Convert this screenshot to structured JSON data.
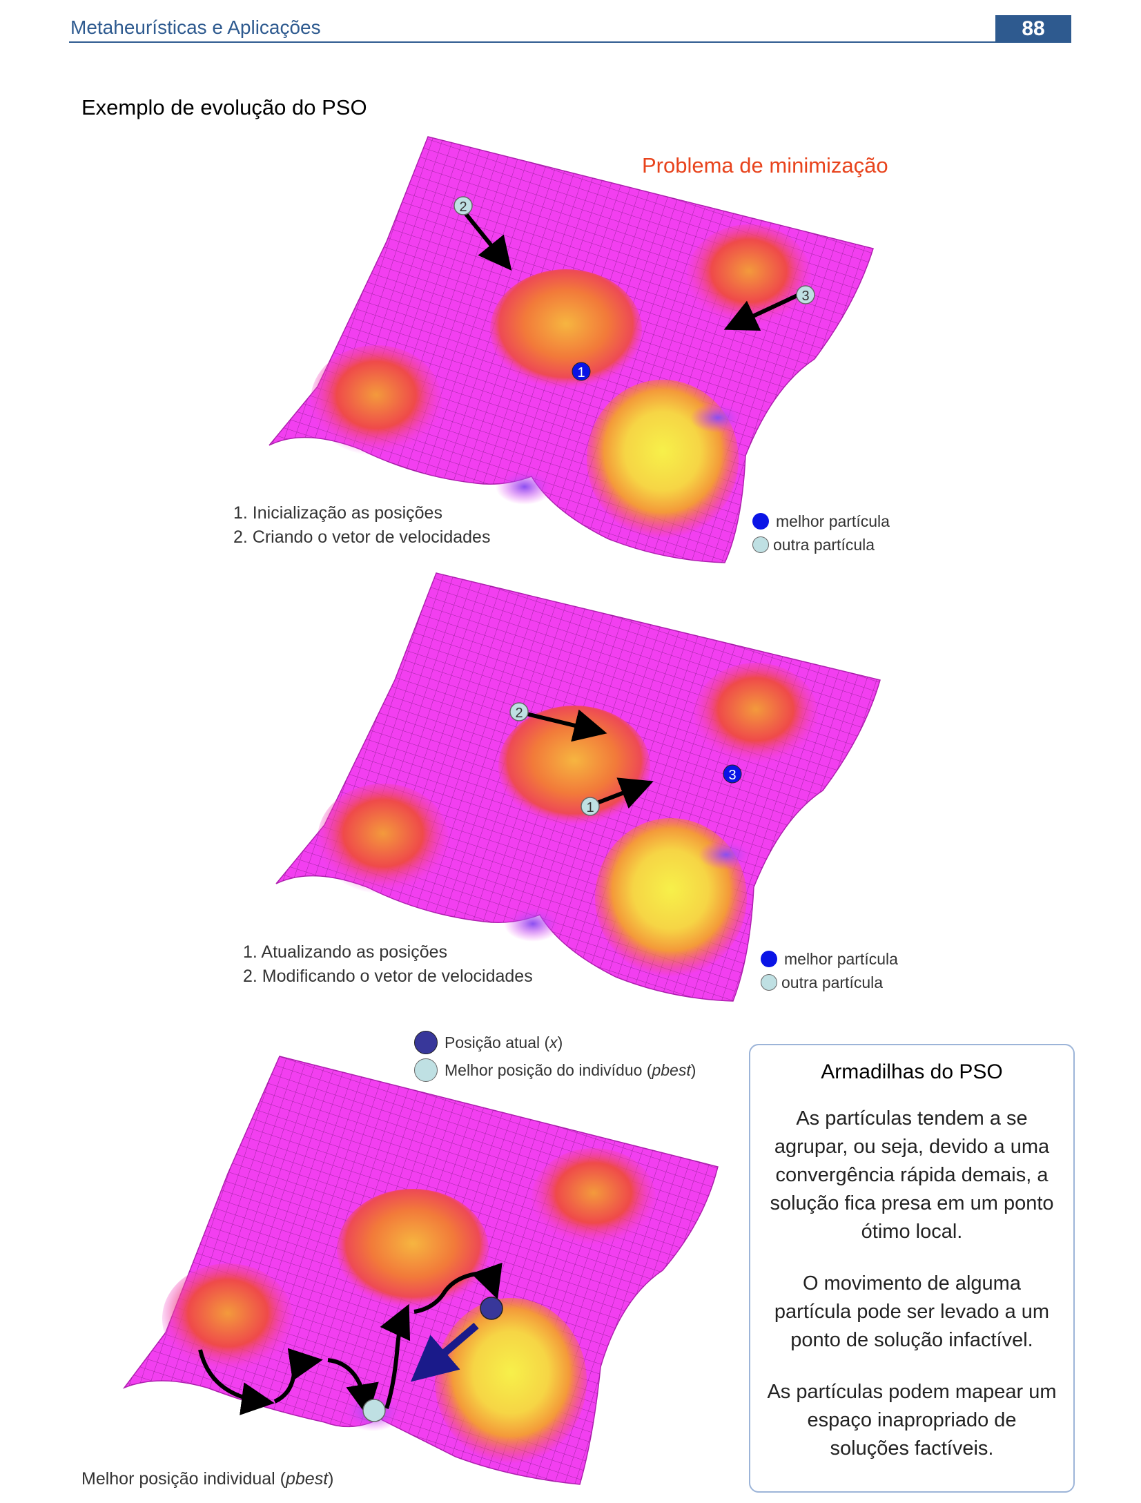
{
  "header": {
    "title": "Metaheurísticas e Aplicações",
    "page_number": "88"
  },
  "section_title": "Exemplo de evolução do PSO",
  "figure1": {
    "label": "Problema de minimização",
    "particles": [
      "2",
      "3",
      "1"
    ],
    "steps": [
      "1.  Inicialização as posições",
      "2.  Criando o vetor de velocidades"
    ],
    "legend": {
      "best": "melhor partícula",
      "other": "outra partícula"
    }
  },
  "figure2": {
    "particles": [
      "2",
      "1",
      "3"
    ],
    "steps": [
      "1.  Atualizando as posições",
      "2.  Modificando o vetor de velocidades"
    ],
    "legend": {
      "best": "melhor partícula",
      "other": "outra partícula"
    }
  },
  "figure3": {
    "legend": {
      "current": {
        "text": "Posição atual (",
        "var": "x",
        "close": ")"
      },
      "pbest": {
        "text": "Melhor posição do indivíduo (",
        "var": "pbest",
        "close": ")"
      }
    },
    "caption": {
      "text": "Melhor posição individual (",
      "var": "pbest",
      "close": ")"
    }
  },
  "traps": {
    "title": "Armadilhas do PSO",
    "paragraphs": [
      "As partículas tendem a se agrupar, ou seja, devido a uma convergência rápida demais, a solução fica presa em um ponto ótimo local.",
      "O movimento de alguma partícula pode ser levado a um ponto de solução infactível.",
      "As partículas podem mapear um espaço inapropriado de soluções factíveis."
    ]
  },
  "colors": {
    "header_blue": "#2e5a8f",
    "surface_magenta": "#f23ff0",
    "peak_yellow": "#f7f04a",
    "peak_orange": "#f49a3a",
    "peak_red": "#ef4a4a",
    "best_particle": "#0a14e6",
    "other_particle": "#bfe0e3",
    "current_position": "#38379a",
    "label_red": "#e8431c"
  }
}
